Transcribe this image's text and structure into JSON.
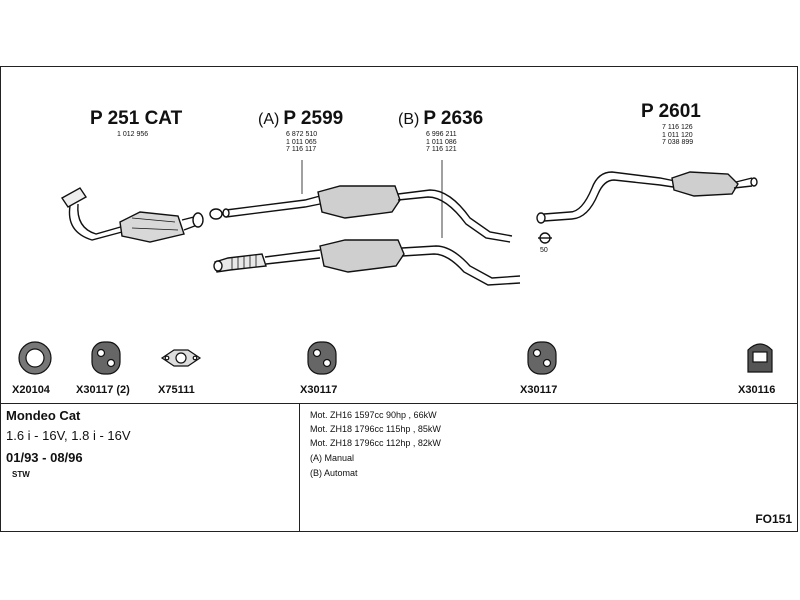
{
  "parts": {
    "cat": {
      "number": "P 251 CAT",
      "refs": [
        "1 012 956"
      ]
    },
    "a": {
      "prefix": "(A)",
      "number": "P 2599",
      "refs": [
        "6 872 510",
        "1 011 065",
        "7 116 117"
      ]
    },
    "b": {
      "prefix": "(B)",
      "number": "P 2636",
      "refs": [
        "6 996 211",
        "1 011 086",
        "7 116 121"
      ]
    },
    "rear": {
      "number": "P 2601",
      "refs": [
        "7 116 126",
        "1 011 120",
        "7 038 899"
      ]
    }
  },
  "side_number": "50",
  "components": [
    {
      "code": "X20104",
      "icon": "ring-gasket-icon"
    },
    {
      "code": "X30117 (2)",
      "icon": "rubber-hanger-icon"
    },
    {
      "code": "X75111",
      "icon": "flange-gasket-icon"
    },
    {
      "code": "X30117",
      "icon": "rubber-hanger-icon"
    },
    {
      "code": "X30117",
      "icon": "rubber-hanger-icon"
    },
    {
      "code": "X30116",
      "icon": "rubber-mount-icon"
    }
  ],
  "vehicle": {
    "model": "Mondeo Cat",
    "engines": "1.6 i - 16V, 1.8 i - 16V",
    "dates": "01/93 - 08/96",
    "body": "STW"
  },
  "engine_notes": [
    "Mot. ZH16 1597cc 90hp , 66kW",
    "Mot. ZH18 1796cc 115hp , 85kW",
    "Mot. ZH18 1796cc 112hp , 82kW",
    "(A) Manual",
    "(B) Automat"
  ],
  "diagram_code": "FO151"
}
